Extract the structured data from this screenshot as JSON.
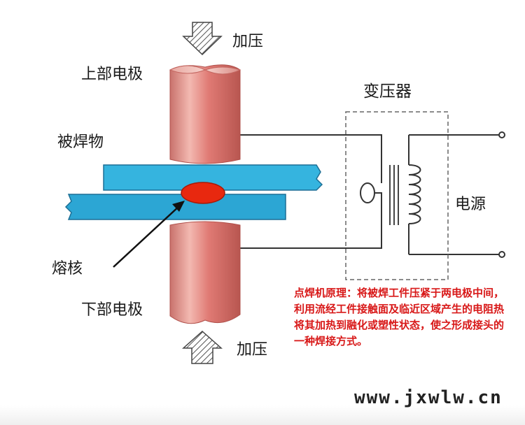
{
  "labels": {
    "press_top": "加压",
    "upper_electrode": "上部电极",
    "workpiece": "被焊物",
    "nugget": "熔核",
    "lower_electrode": "下部电极",
    "press_bottom": "加压",
    "transformer": "变压器",
    "power_source": "电源"
  },
  "description": "点焊机原理：将被焊工件压紧于两电极中间，利用流经工件接触面及临近区域产生的电阻热将其加热到融化或塑性状态，使之形成接头的一种焊接方式。",
  "website": "www.jxwlw.cn",
  "colors": {
    "electrode": "#e07a74",
    "plate": "#35b4df",
    "nugget": "#e8280f",
    "text_red": "#d81818"
  },
  "icons": [
    "down-arrow-icon",
    "up-arrow-icon",
    "pointer-arrow-icon",
    "transformer-coil-icon",
    "terminal-icon"
  ]
}
